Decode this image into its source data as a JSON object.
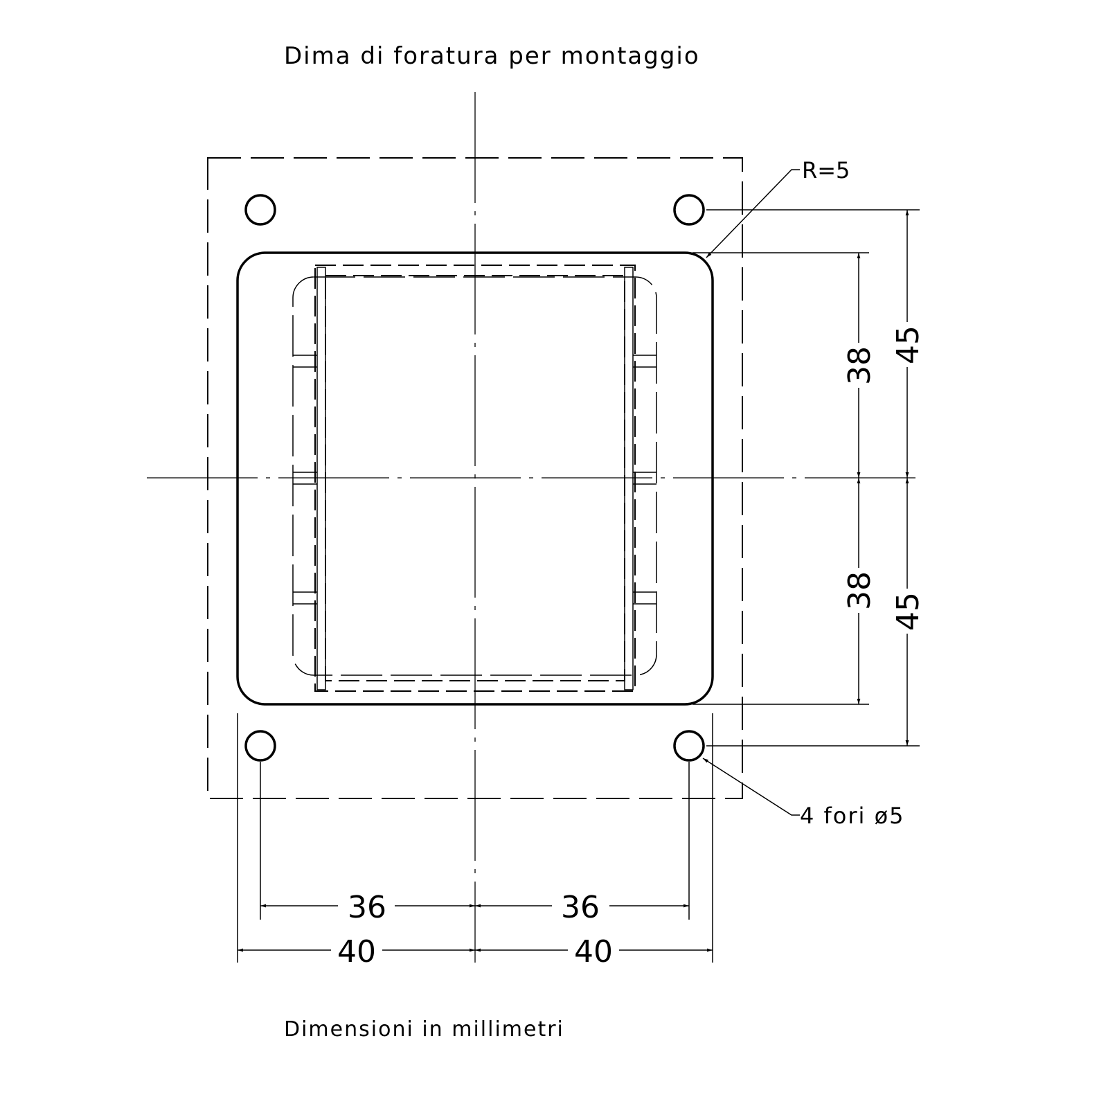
{
  "title": "Dima di foratura per montaggio",
  "footer": "Dimensioni in millimetri",
  "annotations": {
    "radius": "R=5",
    "holes": "4 fori ø5"
  },
  "dimensions": {
    "vertical": {
      "inner_top": "38",
      "inner_bottom": "38",
      "outer_top": "45",
      "outer_bottom": "45"
    },
    "horizontal": {
      "holes_left": "36",
      "holes_right": "36",
      "outer_left": "40",
      "outer_right": "40"
    }
  }
}
